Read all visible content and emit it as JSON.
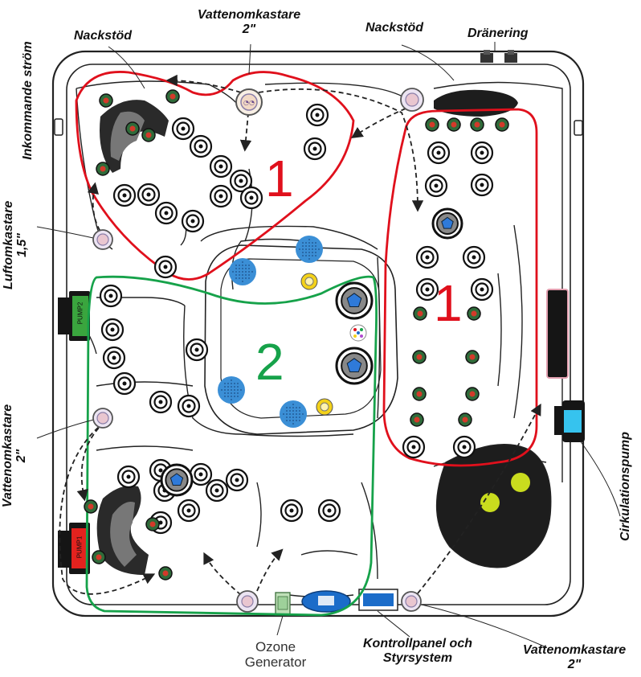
{
  "labels": {
    "neckrest_left": "Nackstöd",
    "water_diverter_top": "Vattenomkastare",
    "water_diverter_top_size": "2\"",
    "neckrest_right": "Nackstöd",
    "drain": "Dränering",
    "incoming_power": "Inkommande ström",
    "air_diverter": "Luftomkastare",
    "air_diverter_size": "1,5\"",
    "water_diverter_left": "Vattenomkastare",
    "water_diverter_left_size": "2\"",
    "circulation_pump": "Cirkulationspump",
    "ozone_generator_line1": "Ozone",
    "ozone_generator_line2": "Generator",
    "control_panel_line1": "Kontrollpanel och",
    "control_panel_line2": "Styrsystem",
    "water_diverter_bottom": "Vattenomkastare",
    "water_diverter_bottom_size": "2\""
  },
  "pumps": {
    "pump1": "PUMP1",
    "pump2": "PUMP2"
  },
  "zones": {
    "zone1_left": "1",
    "zone1_right": "1",
    "zone2": "2"
  },
  "colors": {
    "zone1": "#e0101c",
    "zone2": "#16a24a",
    "pump1": "#e3221e",
    "pump2": "#3aa53e",
    "circ_pump": "#36c3ee",
    "light": "#c9dc1e",
    "jet_blue": "#3b8fd6",
    "yellow": "#f4d21a"
  }
}
